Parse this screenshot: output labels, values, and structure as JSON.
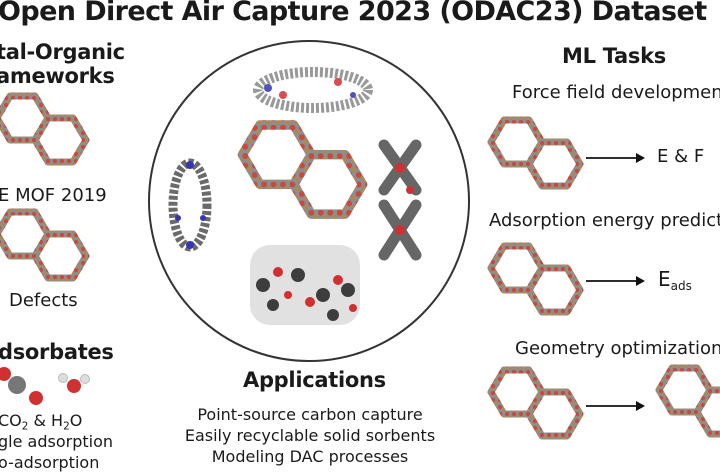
{
  "title": "Open Direct Air Capture 2023 (ODAC23) Dataset",
  "left": {
    "mof_heading_line1": "tal-Organic",
    "mof_heading_line2": "ameworks",
    "mof_label_1": "E MOF 2019",
    "mof_label_2": "Defects",
    "adsorbates_heading": "dsorbates",
    "adsorbates_line1_a": "CO",
    "adsorbates_line1_sub1": "2",
    "adsorbates_line1_b": " & H",
    "adsorbates_line1_sub2": "2",
    "adsorbates_line1_c": "O",
    "adsorbates_line2": "gle adsorption",
    "adsorbates_line3": "o-adsorption"
  },
  "center": {
    "applications_heading": "Applications",
    "applications": [
      "Point-source carbon capture",
      "Easily recyclable solid sorbents",
      "Modeling DAC processes"
    ]
  },
  "right": {
    "heading": "ML Tasks",
    "tasks": [
      {
        "label": "Force field development",
        "output": "E & F"
      },
      {
        "label": "Adsorption energy predictio",
        "output_main": "E",
        "output_sub": "ads"
      },
      {
        "label": "Geometry optimization"
      }
    ]
  },
  "colors": {
    "oxygen": "#d13030",
    "carbon": "#7a7f85",
    "metal": "#b0884a",
    "nitrogen": "#3535b5",
    "hydrogen": "#e8e8e8",
    "outline": "#333333"
  }
}
